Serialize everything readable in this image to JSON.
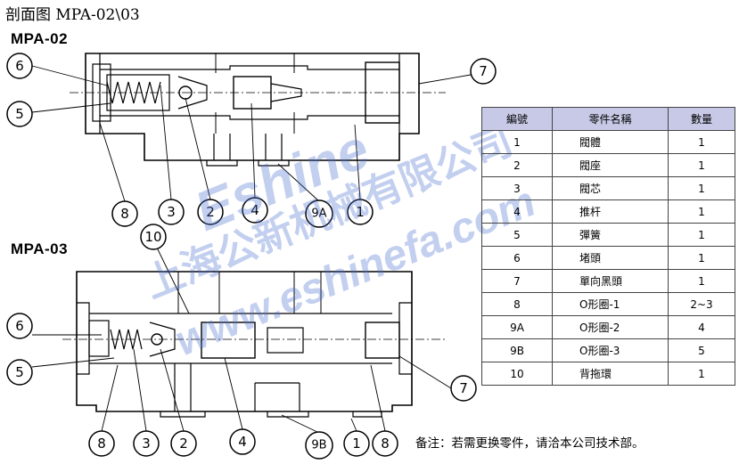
{
  "page": {
    "title": "剖面图 MPA-02\\03"
  },
  "diagrams": [
    {
      "model": "MPA-02",
      "callouts": [
        "6",
        "5",
        "8",
        "3",
        "2",
        "4",
        "9A",
        "1",
        "7"
      ]
    },
    {
      "model": "MPA-03",
      "callouts": [
        "10",
        "6",
        "5",
        "8",
        "3",
        "2",
        "4",
        "9B",
        "1",
        "8",
        "7"
      ]
    }
  ],
  "parts_table": {
    "headers": [
      "編號",
      "零件名稱",
      "數量"
    ],
    "rows": [
      {
        "no": "1",
        "name": "閥體",
        "qty": "1"
      },
      {
        "no": "2",
        "name": "閥座",
        "qty": "1"
      },
      {
        "no": "3",
        "name": "閥芯",
        "qty": "1"
      },
      {
        "no": "4",
        "name": "推杆",
        "qty": "1"
      },
      {
        "no": "5",
        "name": "彈簧",
        "qty": "1"
      },
      {
        "no": "6",
        "name": "堵頭",
        "qty": "1"
      },
      {
        "no": "7",
        "name": "單向黑頭",
        "qty": "1"
      },
      {
        "no": "8",
        "name": "O形圈-1",
        "qty": "2~3"
      },
      {
        "no": "9A",
        "name": "O形圈-2",
        "qty": "4"
      },
      {
        "no": "9B",
        "name": "O形圈-3",
        "qty": "5"
      },
      {
        "no": "10",
        "name": "背拖環",
        "qty": "1"
      }
    ],
    "header_color": "#c7c9e6"
  },
  "note": "备注：若需更换零件，请洽本公司技术部。",
  "watermark": {
    "brand": "Eshine",
    "company": "上海公新机械有限公司",
    "url": "www.eshinefa.com",
    "color": "#4a6fd0"
  }
}
